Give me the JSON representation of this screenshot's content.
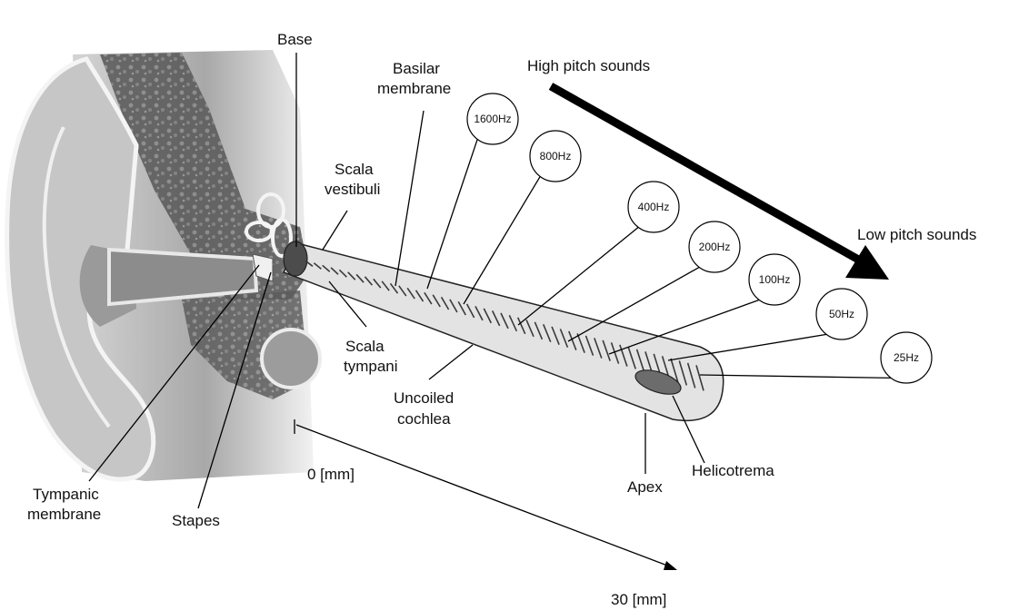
{
  "labels": {
    "base": "Base",
    "basilar_1": "Basilar",
    "basilar_2": "membrane",
    "scala_vestibuli_1": "Scala",
    "scala_vestibuli_2": "vestibuli",
    "scala_tympani_1": "Scala",
    "scala_tympani_2": "tympani",
    "uncoiled_1": "Uncoiled",
    "uncoiled_2": "cochlea",
    "tympanic_1": "Tympanic",
    "tympanic_2": "membrane",
    "stapes": "Stapes",
    "apex": "Apex",
    "helicotrema": "Helicotrema",
    "high_pitch": "High pitch sounds",
    "low_pitch": "Low pitch sounds",
    "scale_start": "0 [mm]",
    "scale_end": "30 [mm]"
  },
  "frequencies": [
    "1600Hz",
    "800Hz",
    "400Hz",
    "200Hz",
    "100Hz",
    "50Hz",
    "25Hz"
  ],
  "colors": {
    "skin": "#b8b8b8",
    "skin_dark": "#8e8e8e",
    "bone": "#6a6a6a",
    "cochlea_fill": "#e4e4e4",
    "membrane": "#555555"
  }
}
